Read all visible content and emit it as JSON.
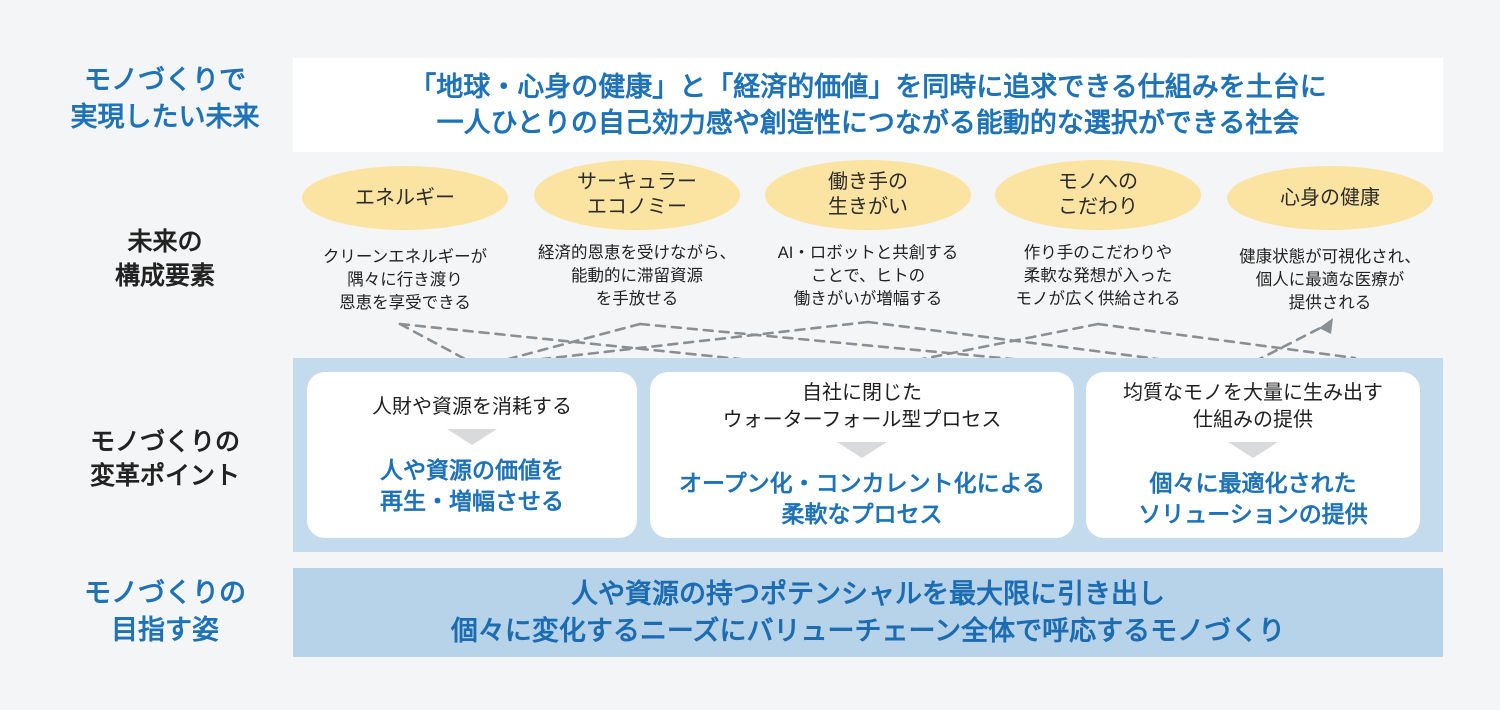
{
  "colors": {
    "background": "#f4f5f6",
    "accent_blue_text": "#1d72b8",
    "goal_text_blue": "#1b6cb3",
    "ellipse_yellow": "#fbe3a2",
    "band_blue": "#c4dbee",
    "goal_band_blue": "#b7d3ea",
    "card_white": "#ffffff",
    "arrow_gray": "#d8dadc",
    "dashed_line_gray": "#8a8f94"
  },
  "left_labels": {
    "future": {
      "line1": "モノづくりで",
      "line2": "実現したい未来"
    },
    "components": {
      "line1": "未来の",
      "line2": "構成要素"
    },
    "transformation": {
      "line1": "モノづくりの",
      "line2": "変革ポイント"
    },
    "goal": {
      "line1": "モノづくりの",
      "line2": "目指す姿"
    }
  },
  "vision_banner": {
    "line1": "「地球・心身の健康」と「経済的価値」を同時に追求できる仕組みを土台に",
    "line2": "一人ひとりの自己効力感や創造性につながる能動的な選択ができる社会"
  },
  "future_elements": [
    {
      "label_line1": "エネルギー",
      "desc": [
        "クリーンエネルギーが",
        "隅々に行き渡り",
        "恩恵を享受できる"
      ]
    },
    {
      "label_line1": "サーキュラー",
      "label_line2": "エコノミー",
      "desc": [
        "経済的恩恵を受けながら、",
        "能動的に滞留資源",
        "を手放せる"
      ]
    },
    {
      "label_line1": "働き手の",
      "label_line2": "生きがい",
      "desc": [
        "AI・ロボットと共創する",
        "ことで、ヒトの",
        "働きがいが増幅する"
      ]
    },
    {
      "label_line1": "モノへの",
      "label_line2": "こだわり",
      "desc": [
        "作り手のこだわりや",
        "柔軟な発想が入った",
        "モノが広く供給される"
      ]
    },
    {
      "label_line1": "心身の健康",
      "desc": [
        "健康状態が可視化され、",
        "個人に最適な医療が",
        "提供される"
      ]
    }
  ],
  "transformation_cards": [
    {
      "from_line1": "人財や資源を消耗する",
      "to_line1": "人や資源の価値を",
      "to_line2": "再生・増幅させる"
    },
    {
      "from_line1": "自社に閉じた",
      "from_line2": "ウォーターフォール型プロセス",
      "to_line1": "オープン化・コンカレント化による",
      "to_line2": "柔軟なプロセス"
    },
    {
      "from_line1": "均質なモノを大量に生み出す",
      "from_line2": "仕組みの提供",
      "to_line1": "個々に最適化された",
      "to_line2": "ソリューションの提供"
    }
  ],
  "goal_banner": {
    "line1": "人や資源の持つポテンシャルを最大限に引き出し",
    "line2": "個々に変化するニーズにバリューチェーン全体で呼応するモノづくり"
  }
}
